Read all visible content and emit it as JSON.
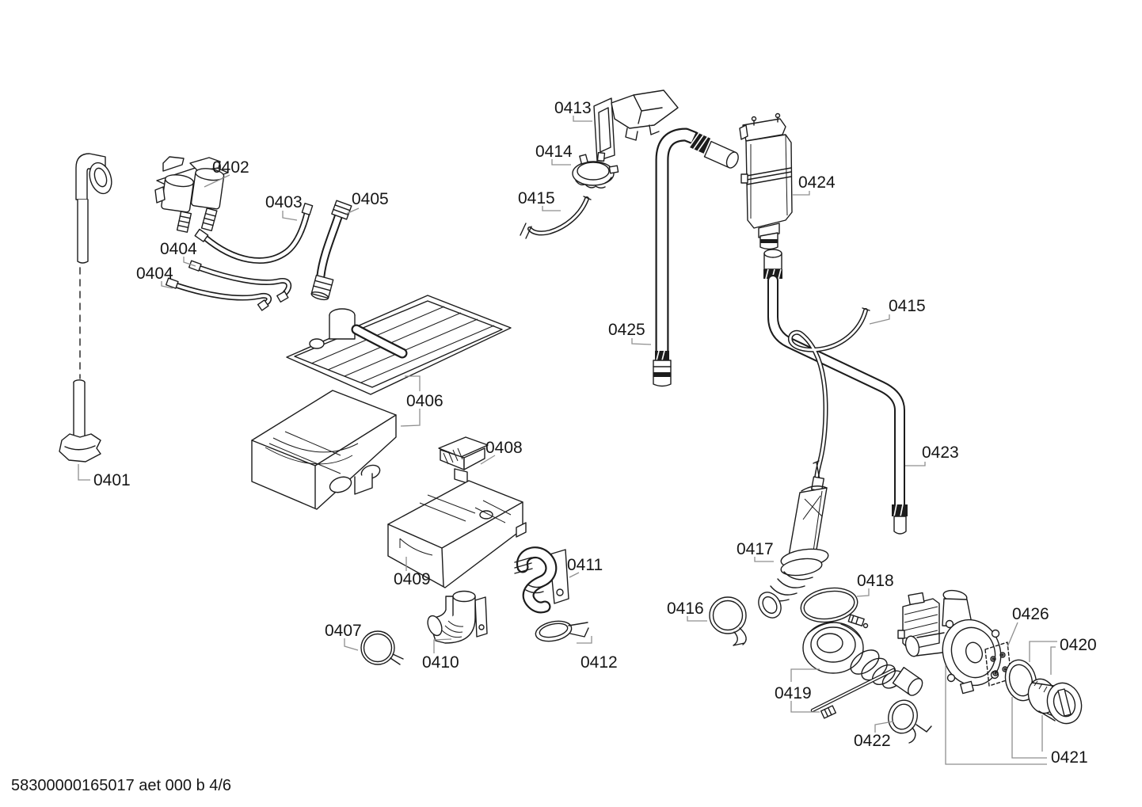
{
  "diagram": {
    "description": "Exploded spare-parts diagram, dispenser and drain system",
    "callouts": {
      "c0401": "0401",
      "c0402": "0402",
      "c0403": "0403",
      "c0404a": "0404",
      "c0404b": "0404",
      "c0405": "0405",
      "c0406": "0406",
      "c0407": "0407",
      "c0408": "0408",
      "c0409": "0409",
      "c0410": "0410",
      "c0411": "0411",
      "c0412": "0412",
      "c0413": "0413",
      "c0414": "0414",
      "c0415a": "0415",
      "c0415b": "0415",
      "c0416": "0416",
      "c0417": "0417",
      "c0418": "0418",
      "c0419": "0419",
      "c0420": "0420",
      "c0421": "0421",
      "c0422": "0422",
      "c0423": "0423",
      "c0424": "0424",
      "c0425": "0425",
      "c0426": "0426"
    },
    "footer": "58300000165017 aet 000 b 4/6"
  }
}
